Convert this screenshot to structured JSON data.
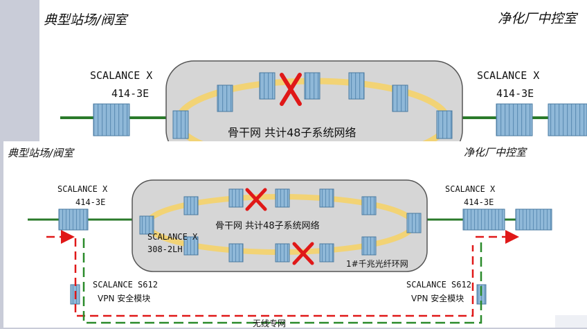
{
  "top": {
    "title_left": "典型站场/阀室",
    "title_right": "净化厂中控室",
    "switch_left_line1": "SCALANCE X",
    "switch_left_line2": "414-3E",
    "switch_right_line1": "SCALANCE X",
    "switch_right_line2": "414-3E",
    "ring_label": "骨干网 共计48子系统网络"
  },
  "bottom": {
    "title_left": "典型站场/阀室",
    "title_right": "净化厂中控室",
    "switch_left_line1": "SCALANCE X",
    "switch_left_line2": "414-3E",
    "switch_right_line1": "SCALANCE X",
    "switch_right_line2": "414-3E",
    "ring_label": "骨干网 共计48子系统网络",
    "ring_switch_line1": "SCALANCE X",
    "ring_switch_line2": "308-2LH",
    "fiber_label": "1#千兆光纤环网",
    "vpn_left_line1": "SCALANCE S612",
    "vpn_left_line2": "VPN 安全模块",
    "vpn_right_line1": "SCALANCE S612",
    "vpn_right_line2": "VPN 安全模块",
    "wireless_label": "无线专网"
  },
  "colors": {
    "ring_fill": "#d6d6d6",
    "fiber": "#f5d36a",
    "trunk": "#2a7a2a",
    "device": "#8fb8d8",
    "break_mark": "#e01818",
    "wireless_red": "#e01818",
    "wireless_green": "#2a8a2a"
  }
}
